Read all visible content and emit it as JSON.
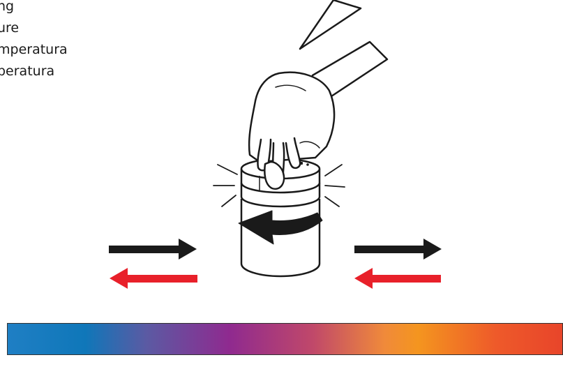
{
  "labels": [
    "ng",
    "ure",
    "mperatura",
    "peratura"
  ],
  "colors": {
    "arrow_right": "#1a1a1a",
    "arrow_left": "#e8202a",
    "outline": "#1a1a1a",
    "gradient": [
      "#1f7fc4",
      "#0f77b9",
      "#5b5aa3",
      "#8f2a8f",
      "#c0486a",
      "#f08a3a",
      "#f4951f",
      "#ee5a2a",
      "#e8452a"
    ]
  }
}
